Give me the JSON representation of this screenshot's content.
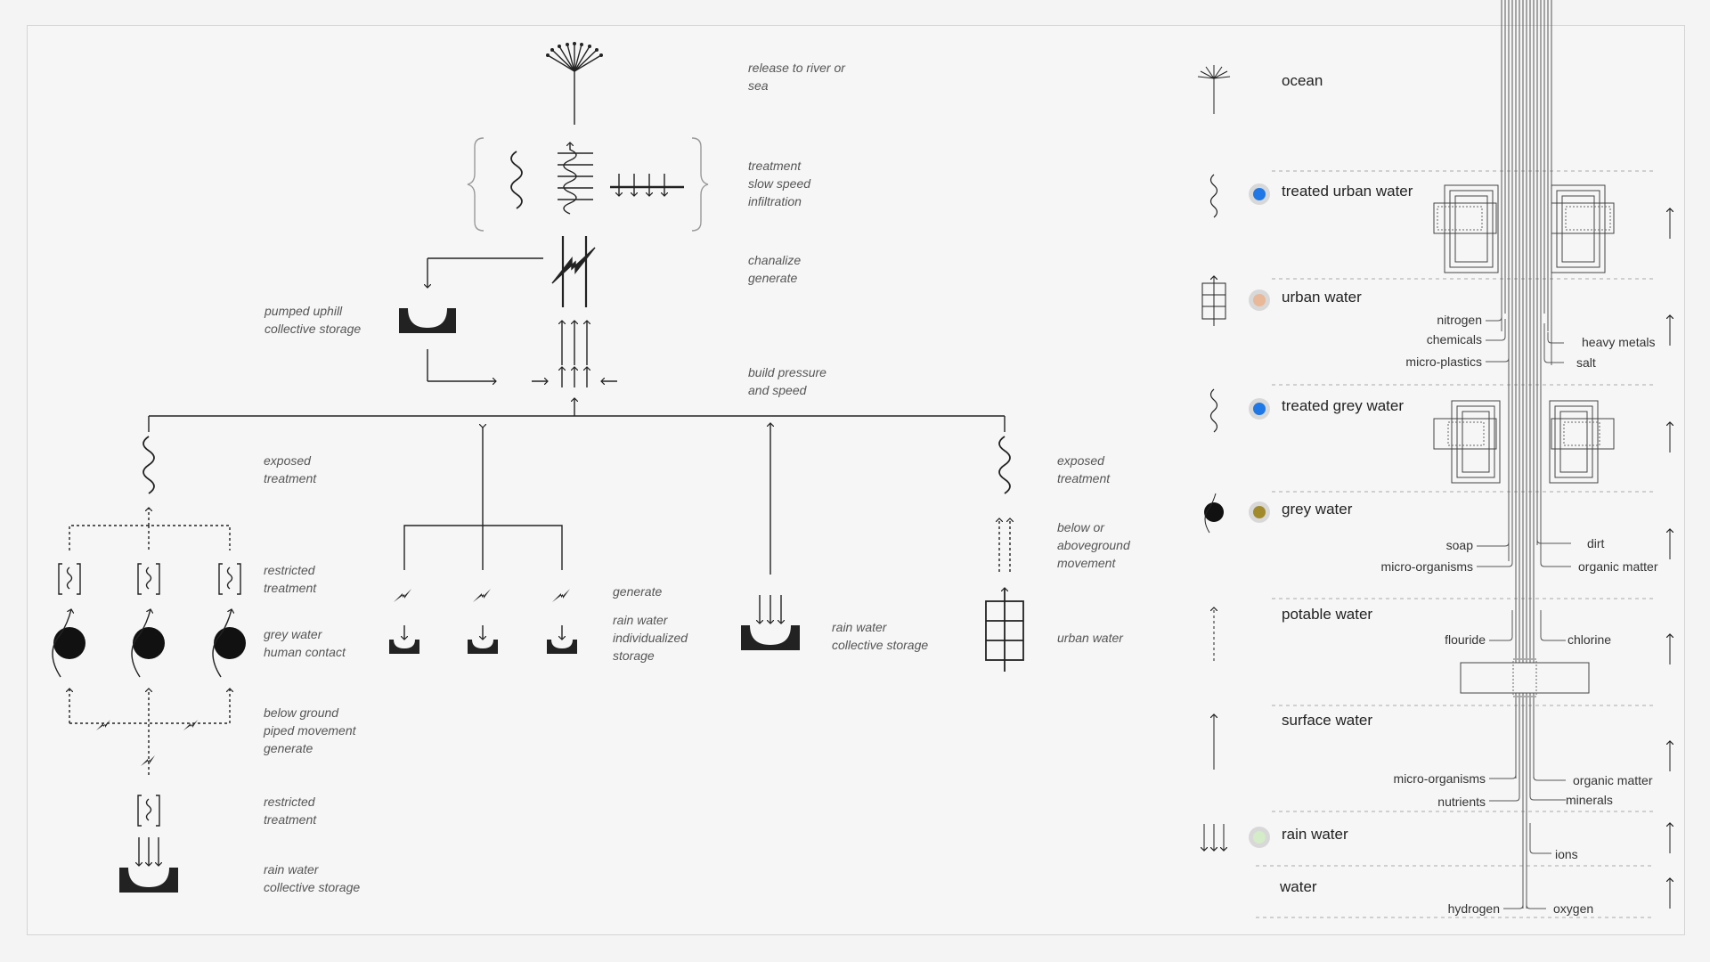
{
  "flow_labels": {
    "release": [
      "release to river or",
      "sea"
    ],
    "treatment": [
      "treatment",
      "slow speed",
      "infiltration"
    ],
    "chanalize": [
      "chanalize",
      "generate"
    ],
    "pumped": [
      "pumped uphill",
      "collective storage"
    ],
    "pressure": [
      "build pressure",
      "and speed"
    ],
    "exposed_left": [
      "exposed",
      "treatment"
    ],
    "exposed_right": [
      "exposed",
      "treatment"
    ],
    "restricted_top": [
      "restricted",
      "treatment"
    ],
    "grey_contact": [
      "grey water",
      "human contact"
    ],
    "below_ground": [
      "below ground",
      "piped movement",
      "generate"
    ],
    "restricted_bottom": [
      "restricted",
      "treatment"
    ],
    "rain_collective_bottom": [
      "rain water",
      "collective storage"
    ],
    "generate": [
      "generate"
    ],
    "rain_individual": [
      "rain water",
      "individualized",
      "storage"
    ],
    "rain_collective_mid": [
      "rain water",
      "collective storage"
    ],
    "below_above": [
      "below or",
      "aboveground",
      "movement"
    ],
    "urban_water": [
      "urban water"
    ]
  },
  "legend": [
    {
      "label": "ocean",
      "icon": "dandelion-icon",
      "dot": null
    },
    {
      "label": "treated urban water",
      "icon": "wave-icon",
      "dot": "#1f78e6"
    },
    {
      "label": "urban water",
      "icon": "grid-building-icon",
      "dot": "#e8b898"
    },
    {
      "label": "treated grey water",
      "icon": "wave-icon",
      "dot": "#1f78e6"
    },
    {
      "label": "grey water",
      "icon": "black-drop-icon",
      "dot": "#a08a2c"
    },
    {
      "label": "potable water",
      "icon": "dashed-arrow-icon",
      "dot": null
    },
    {
      "label": "surface water",
      "icon": "arrow-up-icon",
      "dot": null
    },
    {
      "label": "rain water",
      "icon": "rain-arrows-icon",
      "dot": "#d4ecc8"
    },
    {
      "label": "water",
      "icon": null,
      "dot": null
    }
  ],
  "components": {
    "left": [
      "nitrogen",
      "chemicals",
      "micro-plastics",
      "soap",
      "micro-organisms",
      "flouride",
      "micro-organisms",
      "nutrients",
      "hydrogen"
    ],
    "right": [
      "heavy metals",
      "salt",
      "dirt",
      "organic matter",
      "chlorine",
      "organic matter",
      "minerals",
      "ions",
      "oxygen"
    ]
  }
}
